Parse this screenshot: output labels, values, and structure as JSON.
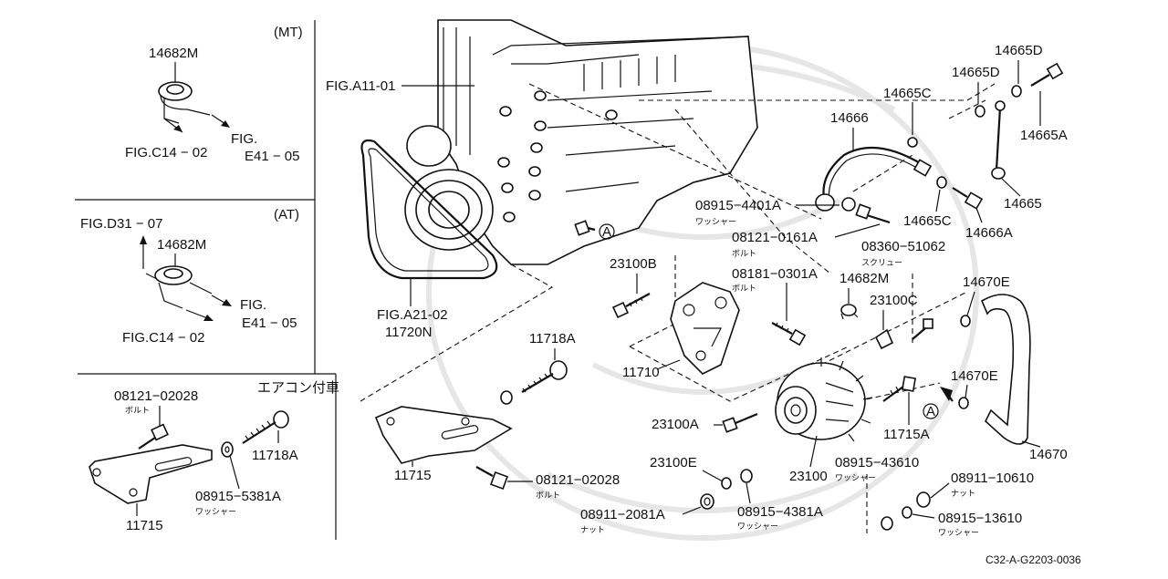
{
  "diagram_code": "C32-A-G2203-0036",
  "sections": {
    "mt": {
      "tag": "(MT)"
    },
    "at": {
      "tag": "(AT)"
    },
    "aircon": {
      "tag": "エアコン付車"
    }
  },
  "labels": {
    "mt_part": "14682M",
    "mt_fig_c14": "FIG.C14 − 02",
    "mt_fig_e41_a": "FIG.",
    "mt_fig_e41_b": "E41 − 05",
    "at_fig_d31": "FIG.D31 − 07",
    "at_part": "14682M",
    "at_fig_e41_a": "FIG.",
    "at_fig_e41_b": "E41 − 05",
    "at_fig_c14": "FIG.C14 − 02",
    "ac_bolt": "08121−02028",
    "ac_bolt_jp": "ボルト",
    "ac_bolt2": "11718A",
    "ac_washer": "08915−5381A",
    "ac_washer_jp": "ワッシャー",
    "ac_bracket": "11715",
    "fig_a11": "FIG.A11-01",
    "fig_a21": "FIG.A21-02",
    "belt": "11720N",
    "p14666": "14666",
    "p14665c_top": "14665C",
    "p14665d_a": "14665D",
    "p14665d_b": "14665D",
    "p14665a": "14665A",
    "p14665": "14665",
    "p14665c_mid": "14665C",
    "p14666a": "14666A",
    "w4401": "08915−4401A",
    "w4401_jp": "ワッシャー",
    "b0161": "08121−0161A",
    "b0161_jp": "ボルト",
    "s51062": "08360−51062",
    "s51062_jp": "スクリュー",
    "p23100b": "23100B",
    "b0301": "08181−0301A",
    "b0301_jp": "ボルト",
    "p14682m": "14682M",
    "p23100c": "23100C",
    "p14670e_top": "14670E",
    "p11718a": "11718A",
    "p11710": "11710",
    "p14670e_mid": "14670E",
    "p23100a": "23100A",
    "p11715a": "11715A",
    "p14670": "14670",
    "p11715": "11715",
    "p23100e": "23100E",
    "w43610": "08915−43610",
    "w43610_jp": "ワッシャー",
    "p23100": "23100",
    "n10610": "08911−10610",
    "n10610_jp": "ナット",
    "b02028": "08121−02028",
    "b02028_jp": "ボルト",
    "n2081": "08911−2081A",
    "n2081_jp": "ナット",
    "w4381": "08915−4381A",
    "w4381_jp": "ワッシャー",
    "w13610": "08915−13610",
    "w13610_jp": "ワッシャー",
    "marker": "A"
  }
}
